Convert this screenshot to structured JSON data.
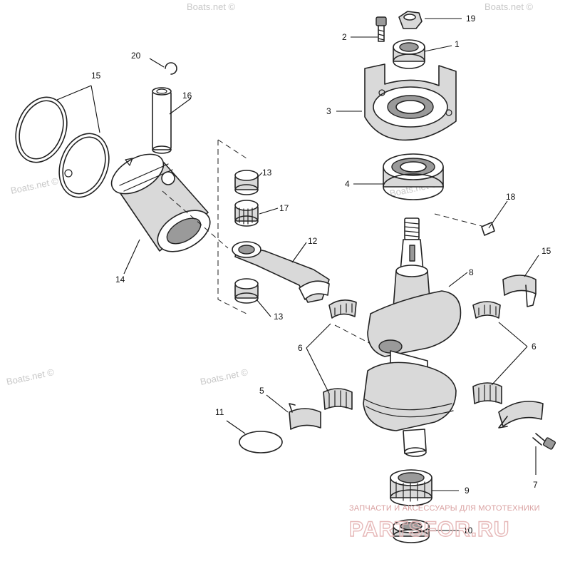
{
  "callouts": {
    "n1": "1",
    "n2": "2",
    "n3": "3",
    "n4": "4",
    "n5": "5",
    "n6a": "6",
    "n6b": "6",
    "n7": "7",
    "n8": "8",
    "n9": "9",
    "n10": "10",
    "n11": "11",
    "n12": "12",
    "n13a": "13",
    "n13b": "13",
    "n14": "14",
    "n15a": "15",
    "n15b": "15",
    "n16": "16",
    "n17": "17",
    "n18": "18",
    "n19": "19",
    "n20": "20"
  },
  "watermarks": {
    "w1": "Boats.net ©",
    "w2": "Boats.net ©",
    "w3": "Boats.net ©",
    "w4": "Boats.net ©",
    "w5": "Boats.net ©",
    "w6": "Boats.net ©"
  },
  "brand": {
    "tagline": "ЗАПЧАСТИ И АКСЕССУАРЫ ДЛЯ МОТОТЕХНИКИ",
    "logo": "PARTSFOR.RU"
  }
}
